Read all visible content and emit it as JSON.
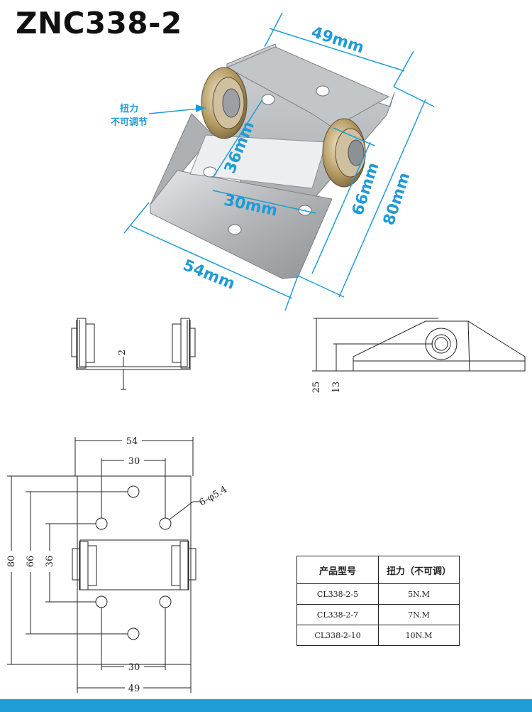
{
  "product": {
    "title": "ZNC338-2"
  },
  "photo_dimensions": {
    "width_top": "49mm",
    "length_short": "66mm",
    "length_total": "80mm",
    "hole_pitch_v": "36mm",
    "hole_pitch_h": "30mm",
    "width_bottom": "54mm"
  },
  "torque_note": {
    "line1": "扭力",
    "line2": "不可调节"
  },
  "side_view": {
    "thickness": "2"
  },
  "end_view": {
    "height_total": "25",
    "axis_height": "13"
  },
  "plan_view": {
    "width_total": "54",
    "hole_pitch_top": "30",
    "hole_pitch_bottom": "30",
    "width_bottom": "49",
    "length_total": "80",
    "length_outer_holes": "66",
    "length_inner_holes": "36",
    "hole_spec": "6-φ5.4"
  },
  "spec_table": {
    "headers": [
      "产品型号",
      "扭力（不可调）"
    ],
    "rows": [
      {
        "model": "CL338-2-5",
        "torque": "5N.M"
      },
      {
        "model": "CL338-2-7",
        "torque": "7N.M"
      },
      {
        "model": "CL338-2-10",
        "torque": "10N.M"
      }
    ]
  },
  "colors": {
    "accent": "#1f9bd6",
    "line": "#222222",
    "metal": "#b9bcbf"
  }
}
